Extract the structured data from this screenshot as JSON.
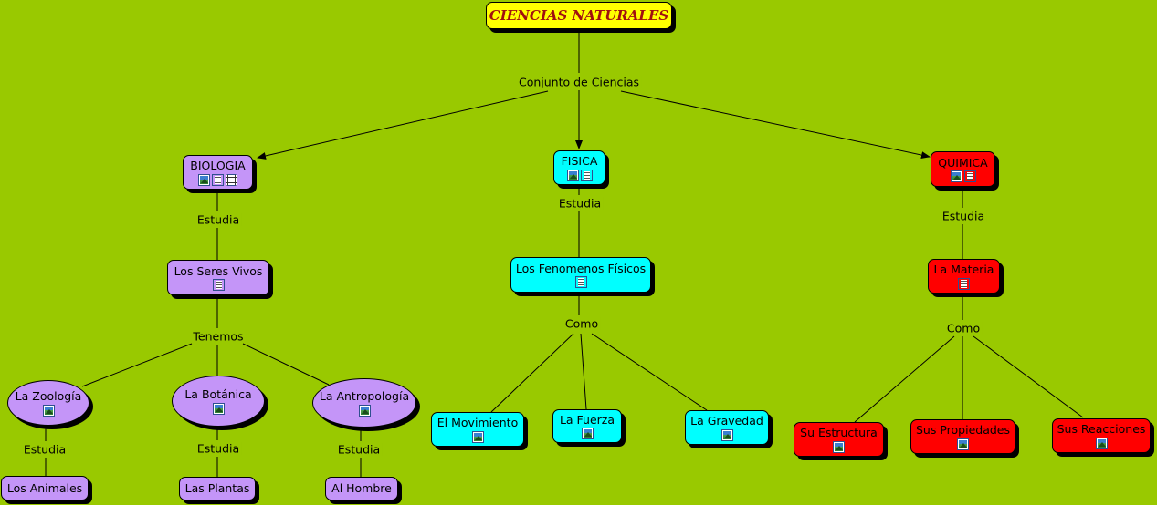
{
  "colors": {
    "background": "#99c900",
    "biology": "#c495f8",
    "physics": "#00ffff",
    "chemistry": "#ff0000",
    "root": "#ffff00"
  },
  "root": {
    "label": "CIENCIAS NATURALES"
  },
  "links": {
    "conjunto": "Conjunto de Ciencias",
    "estudia_bio": "Estudia",
    "estudia_fis": "Estudia",
    "estudia_qui": "Estudia",
    "tenemos": "Tenemos",
    "como_fis": "Como",
    "como_qui": "Como",
    "estudia_zoo": "Estudia",
    "estudia_bot": "Estudia",
    "estudia_antro": "Estudia"
  },
  "biologia": {
    "label": "BIOLOGIA",
    "icons": [
      "image-icon",
      "document-icon",
      "video-icon"
    ],
    "seres_vivos": "Los Seres Vivos",
    "zoologia": "La Zoología",
    "botanica": "La Botánica",
    "antropologia": "La Antropología",
    "animales": "Los Animales",
    "plantas": "Las Plantas",
    "hombre": "Al Hombre"
  },
  "fisica": {
    "label": "FISICA",
    "icons": [
      "image-icon",
      "document-icon"
    ],
    "fenomenos": "Los Fenomenos Físicos",
    "movimiento": "El Movimiento",
    "fuerza": "La Fuerza",
    "gravedad": "La Gravedad"
  },
  "quimica": {
    "label": "QUIMICA",
    "icons": [
      "image-icon",
      "document-icon"
    ],
    "materia": "La Materia",
    "estructura": "Su Estructura",
    "propiedades": "Sus Propiedades",
    "reacciones": "Sus Reacciones"
  }
}
